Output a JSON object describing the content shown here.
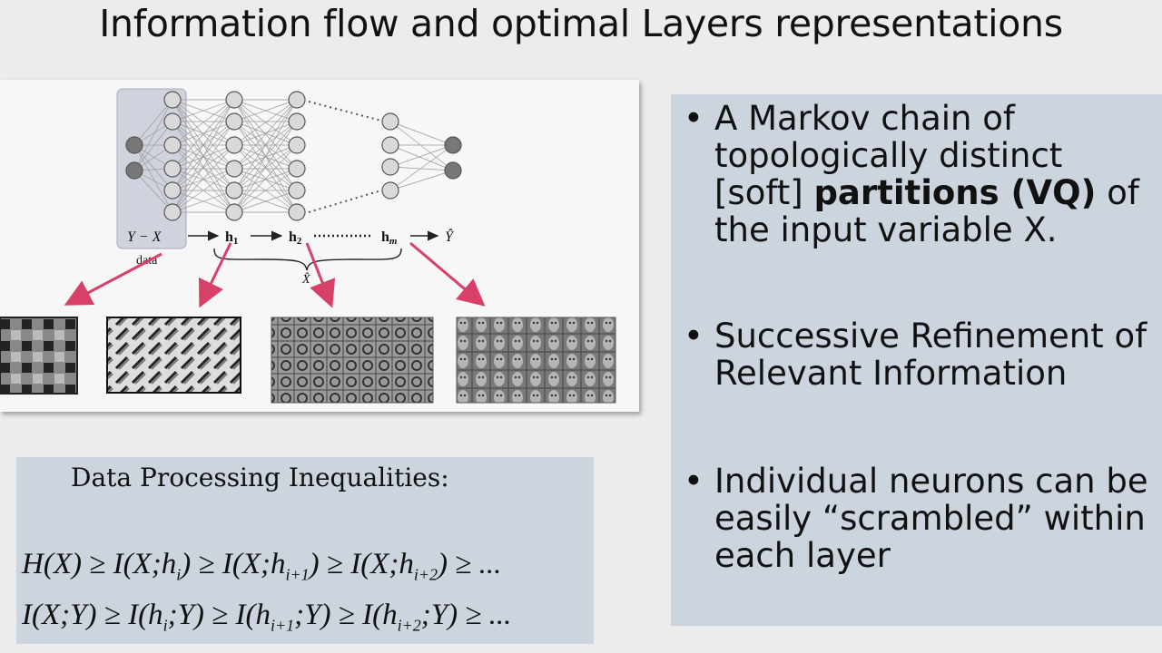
{
  "title": "Information flow and optimal Layers representations",
  "figure": {
    "chain": {
      "y_x": "Y − X",
      "data": "data",
      "h1": "h",
      "h1_sub": "1",
      "h2": "h",
      "h2_sub": "2",
      "hm": "h",
      "hm_sub": "m",
      "yhat": "Ŷ",
      "xhat": "X̂"
    }
  },
  "dpi": {
    "title": "Data Processing Inequalities:",
    "line1": {
      "a": "H(X) ≥ I(X;h",
      "a_sub": "i",
      "b": ") ≥ I(X;h",
      "b_sub": "i+1",
      "c": ") ≥ I(X;h",
      "c_sub": "i+2",
      "d": ") ≥ ..."
    },
    "line2": {
      "a": "I(X;Y) ≥ I(h",
      "a_sub": "i",
      "b": ";Y) ≥ I(h",
      "b_sub": "i+1",
      "c": ";Y) ≥ I(h",
      "c_sub": "i+2",
      "d": ";Y) ≥ ..."
    }
  },
  "bullets": {
    "b1": {
      "pre": "A Markov chain of topologically distinct [soft] ",
      "bold": "partitions (VQ)",
      "post": " of the input variable X."
    },
    "b2": "Successive Refinement of Relevant Information",
    "b3": "Individual neurons can be easily “scrambled” within each layer"
  },
  "colors": {
    "accent_arrow": "#d8406a",
    "panel": "#ccd4de",
    "background": "#ececec"
  }
}
